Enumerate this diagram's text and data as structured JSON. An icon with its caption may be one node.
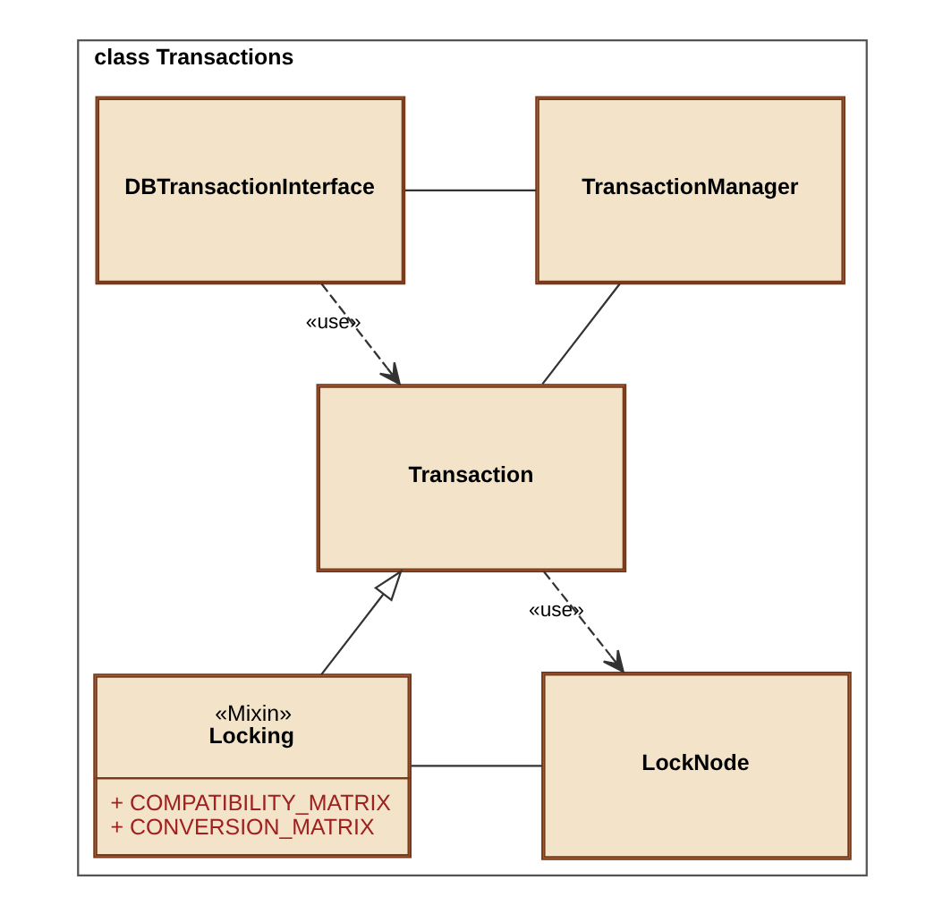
{
  "diagram": {
    "nodes": [
      {
        "text": [
          "class Transactions"
        ]
      },
      {
        "text": [
          "DBTransactionInterface"
        ],
        "in": 0
      },
      {
        "text": [
          "TransactionManager"
        ],
        "in": 0
      },
      {
        "text": [
          "Transaction"
        ],
        "in": 0
      },
      {
        "text": [
          "«Mixin»",
          "Locking",
          "+ COMPATIBILITY_MATRIX",
          "+ CONVERSION_MATRIX"
        ],
        "in": 0
      },
      {
        "text": [
          "LockNode"
        ],
        "in": 0
      }
    ],
    "edges": [
      {
        "from": 1,
        "to": 2,
        "arrow": "none"
      },
      {
        "from": 1,
        "to": 3,
        "arrow": "to",
        "style": "dashed",
        "label": "«use»"
      },
      {
        "from": 2,
        "to": 3,
        "arrow": "none"
      },
      {
        "from": 3,
        "to": 5,
        "arrow": "to",
        "style": "dashed",
        "label": "«use»"
      },
      {
        "from": 4,
        "to": 3,
        "arrow": "to"
      },
      {
        "from": 4,
        "to": 5,
        "arrow": "none"
      }
    ]
  }
}
